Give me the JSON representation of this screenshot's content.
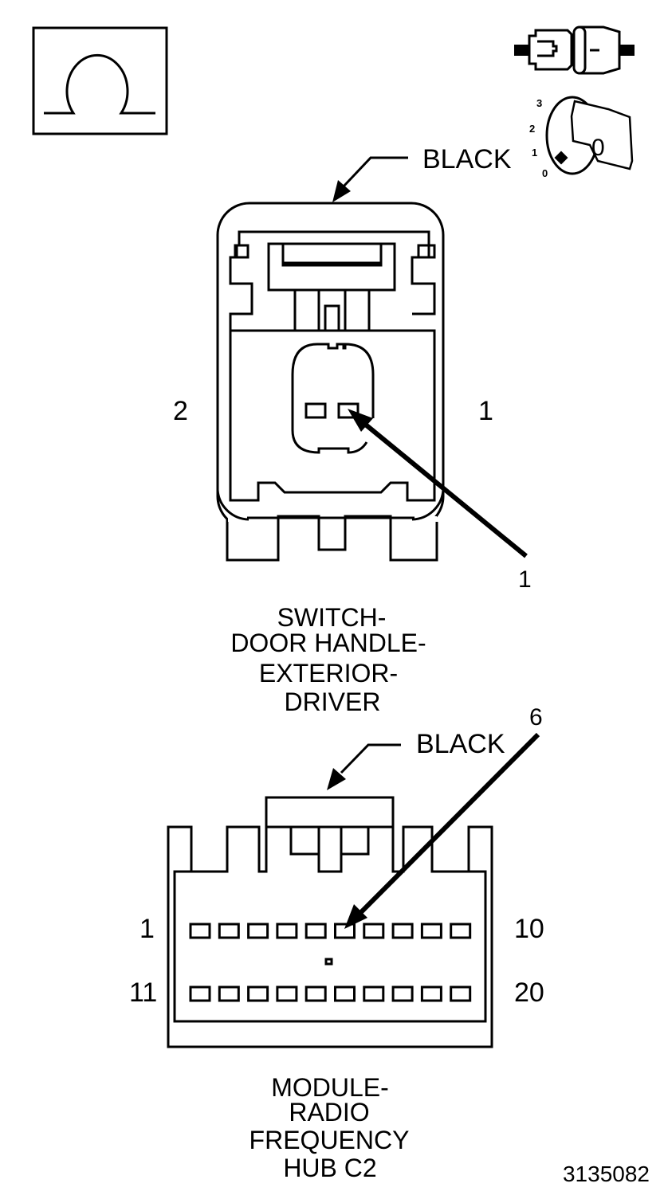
{
  "legend": {
    "ohm_symbol": "Ω",
    "ignition_positions": [
      "3",
      "2",
      "1",
      "0"
    ],
    "key_label": "0"
  },
  "connector1": {
    "color_label": "BLACK",
    "side_left": "2",
    "side_right": "1",
    "pin_callout": "1",
    "title_lines": [
      "SWITCH-",
      "DOOR HANDLE-",
      "EXTERIOR-",
      "DRIVER"
    ]
  },
  "connector2": {
    "color_label": "BLACK",
    "pin_callout": "6",
    "row1_left": "1",
    "row1_right": "10",
    "row2_left": "11",
    "row2_right": "20",
    "title_lines": [
      "MODULE-",
      "RADIO",
      "FREQUENCY",
      "HUB C2"
    ]
  },
  "figure_number": "3135082"
}
